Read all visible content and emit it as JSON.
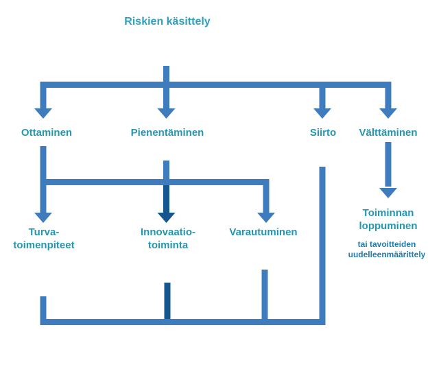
{
  "diagram": {
    "title": "Riskien käsittely",
    "level1": {
      "ottaminen": "Ottaminen",
      "pienentaminen": "Pienentäminen",
      "siirto": "Siirto",
      "valttaminen": "Välttäminen"
    },
    "level2": {
      "turvatoimenpiteet": "Turva-\ntoimenpiteet",
      "innovaatiotoiminta": "Innovaatio-\ntoiminta",
      "varautuminen": "Varautuminen",
      "toiminnan_loppuminen": "Toiminnan\nloppuminen",
      "toiminnan_loppuminen_tarkennus": "tai tavoitteiden\nuudelleenmäärittely"
    },
    "colors": {
      "connector_light_blue": "#3e7cbd",
      "connector_dark_blue": "#15568f",
      "label_teal": "#2397b0",
      "title_teal": "#2d9fc2",
      "small_text_blue": "#1f7dad",
      "background": "#ffffff"
    }
  }
}
